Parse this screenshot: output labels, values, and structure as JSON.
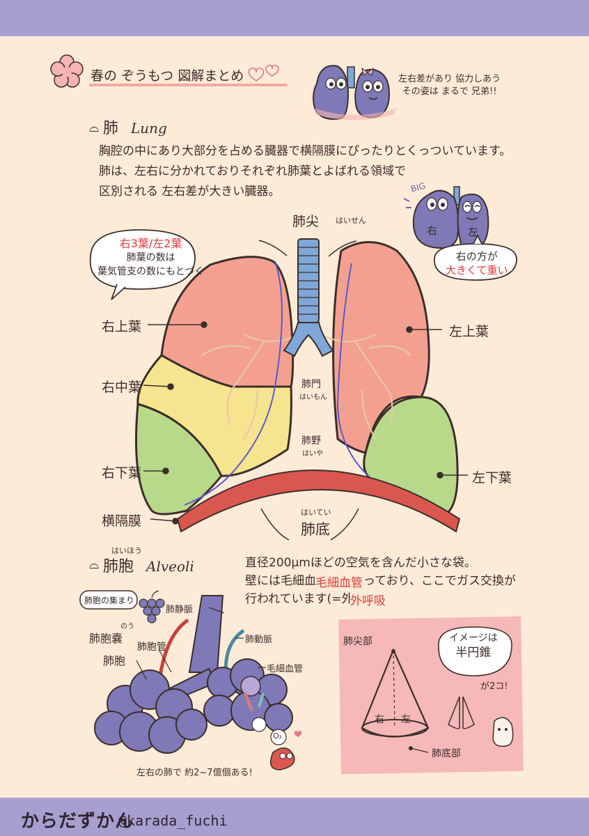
{
  "header": {
    "title": "春の ぞうもつ 図解まとめ"
  },
  "corner_note": {
    "line1": "左右差があり 協力しあう",
    "line2": "その姿は まるで 兄弟!!"
  },
  "lung_section": {
    "heading": "肺",
    "heading_en": "Lung",
    "desc": [
      "胸腔の中にあり大部分を占める臓器で横隔膜にぴったりとくっついています。",
      "肺は、左右に分かれておりそれぞれ肺葉とよばれる領域で",
      "区別される 左右差が大きい臓器。"
    ]
  },
  "big_note": {
    "big": "BIG",
    "right": "右",
    "left": "左",
    "line1": "右の方が",
    "line2": "大きくて重い"
  },
  "lobe_bubble": {
    "title": "右3葉/左2葉",
    "line1": "肺葉の数は",
    "line2": "葉気管支の数にもとづく"
  },
  "lung_labels": {
    "apex": "肺尖",
    "apex_reading": "はいせん",
    "right_upper": "右上葉",
    "right_middle": "右中葉",
    "right_lower": "右下葉",
    "left_upper": "左上葉",
    "left_lower": "左下葉",
    "diaphragm": "横隔膜",
    "hilum": "肺門",
    "hilum_reading": "はいもん",
    "field": "肺野",
    "field_reading": "はいや",
    "base": "肺底",
    "base_reading": "はいてい"
  },
  "alveoli_section": {
    "heading": "肺胞",
    "heading_reading": "はいほう",
    "heading_en": "Alveoli",
    "desc": [
      "直径200μmほどの空気を含んだ小さな袋。",
      "壁には毛細血管が広がっており、ここでガス交換が",
      "行われています(=外呼吸)"
    ],
    "desc_highlight1": "毛細血管",
    "desc_highlight2": "外呼吸"
  },
  "alveoli_labels": {
    "cluster": "肺胞の集まり",
    "pulm_vein": "肺静脈",
    "sac_reading": "のう",
    "sac": "肺胞嚢",
    "duct": "肺胞管",
    "alveolus": "肺胞",
    "pulm_artery": "肺動脈",
    "capillary": "毛細血管",
    "o2": "O₂",
    "count_note": "左右の肺で 約2~7億個ある!"
  },
  "cone_card": {
    "apex": "肺尖部",
    "bubble_line1": "イメージは",
    "bubble_line2": "半円錐",
    "bubble_line3": "が2コ!",
    "right": "右",
    "left": "左",
    "base": "肺底部"
  },
  "footer": {
    "brand": "からだずかん",
    "handle": "@karada_fuchi"
  },
  "colors": {
    "background": "#fdebd8",
    "bar": "#a79fd0",
    "upper_lobe": "#f4a090",
    "middle_lobe": "#f7e48e",
    "lower_lobe": "#b9d98a",
    "diaphragm": "#d9574f",
    "trachea": "#7fa7d8",
    "alveoli": "#7f79b8",
    "card": "#f6b8b8",
    "accent_red": "#e23b3b"
  }
}
